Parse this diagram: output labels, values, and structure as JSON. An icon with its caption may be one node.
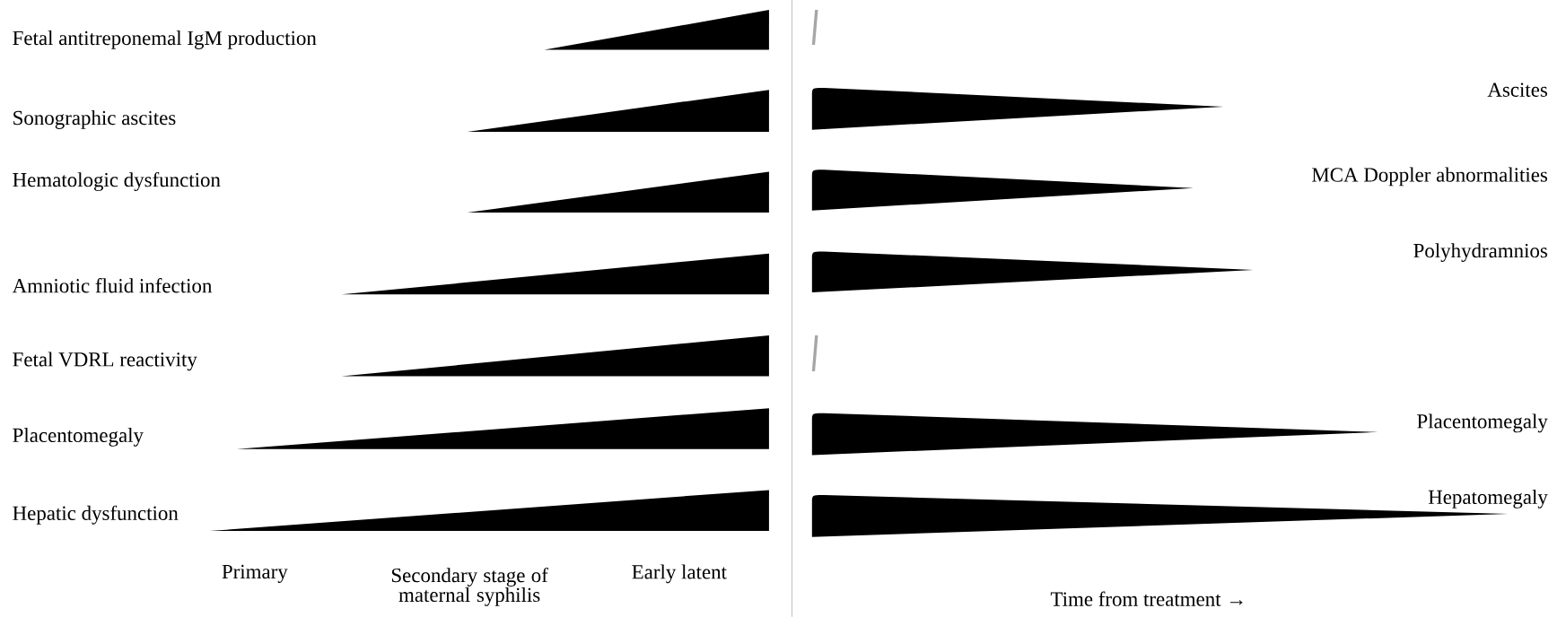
{
  "diagram": {
    "nodes": [
      {
        "text": [],
        "shape": "triangle"
      },
      {
        "text": [],
        "shape": "triangle"
      },
      {
        "text": [],
        "shape": "triangle"
      },
      {
        "text": [],
        "shape": "triangle"
      },
      {
        "text": [],
        "shape": "triangle"
      },
      {
        "text": [],
        "shape": "triangle"
      },
      {
        "text": [],
        "shape": "triangle"
      },
      {
        "text": [],
        "shape": "triangle"
      },
      {
        "text": [],
        "shape": "triangle"
      },
      {
        "text": [],
        "shape": "triangle"
      },
      {
        "text": [],
        "shape": "triangle"
      },
      {
        "text": [],
        "shape": "triangle"
      }
    ],
    "labels": [
      "Fetal antitreponemal IgM production",
      "Ascites",
      "Sonographic ascites",
      "MCA Doppler abnormalities",
      "Hematologic dysfunction",
      "Polyhydramnios",
      "Amniotic fluid infection",
      "Fetal VDRL reactivity",
      "Placentomegaly",
      "Placentomegaly",
      "Hepatomegaly",
      "Hepatic dysfunction",
      "Primary",
      "Secondary stage of maternal syphilis",
      "Early latent",
      "Time from treatment →"
    ]
  }
}
